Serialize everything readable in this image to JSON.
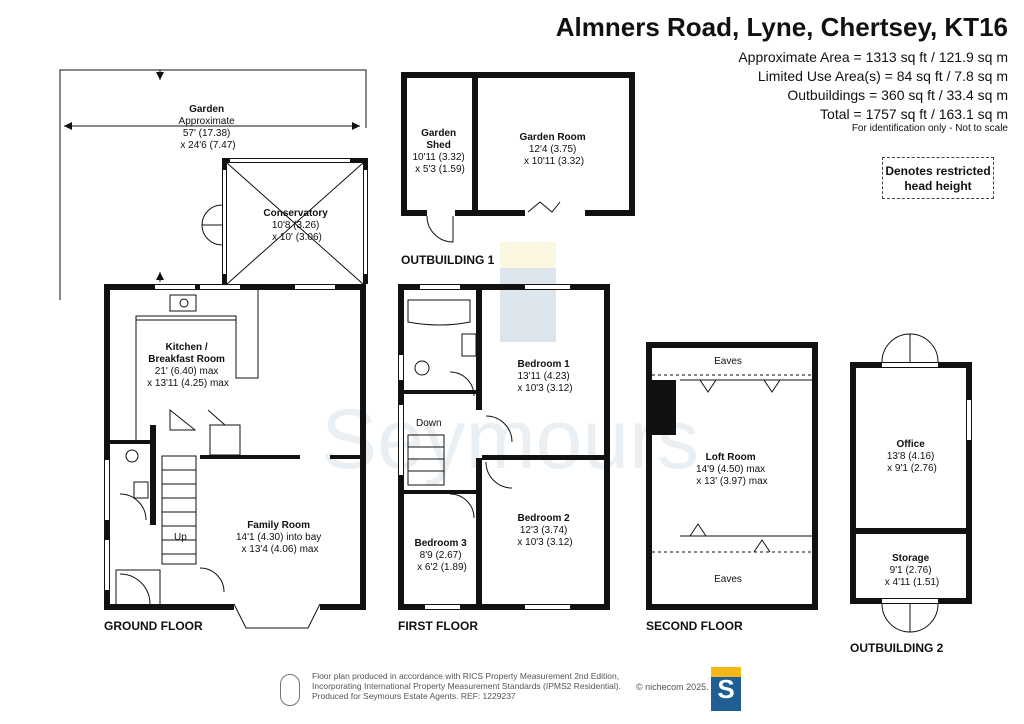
{
  "title": "Almners Road, Lyne, Chertsey, KT16",
  "areas": [
    "Approximate Area = 1313 sq ft / 121.9 sq m",
    "Limited Use Area(s) = 84 sq ft / 7.8 sq m",
    "Outbuildings = 360 sq ft / 33.4 sq m",
    "Total = 1757 sq ft / 163.1 sq m"
  ],
  "note": "For identification only - Not to scale",
  "legend": {
    "line1": "Denotes restricted",
    "line2": "head height"
  },
  "watermark": "Seymours",
  "floors": {
    "ground": "GROUND FLOOR",
    "first": "FIRST FLOOR",
    "second": "SECOND FLOOR",
    "out1": "OUTBUILDING 1",
    "out2": "OUTBUILDING 2"
  },
  "rooms": {
    "garden": [
      "Garden",
      "Approximate",
      "57' (17.38)",
      "x 24'6 (7.47)"
    ],
    "conservatory": [
      "Conservatory",
      "10'8 (3.26)",
      "x 10' (3.06)"
    ],
    "kitchen": [
      "Kitchen /",
      "Breakfast Room",
      "21' (6.40) max",
      "x 13'11 (4.25) max"
    ],
    "family": [
      "Family Room",
      "14'1 (4.30) into bay",
      "x 13'4 (4.06) max"
    ],
    "up": "Up",
    "down": "Down",
    "shed": [
      "Garden",
      "Shed",
      "10'11 (3.32)",
      "x 5'3 (1.59)"
    ],
    "garden_room": [
      "Garden Room",
      "12'4 (3.75)",
      "x 10'11 (3.32)"
    ],
    "bed1": [
      "Bedroom 1",
      "13'11 (4.23)",
      "x 10'3 (3.12)"
    ],
    "bed2": [
      "Bedroom 2",
      "12'3 (3.74)",
      "x 10'3 (3.12)"
    ],
    "bed3": [
      "Bedroom 3",
      "8'9 (2.67)",
      "x 6'2 (1.89)"
    ],
    "loft": [
      "Loft Room",
      "14'9 (4.50) max",
      "x 13' (3.97) max"
    ],
    "eaves": "Eaves",
    "office": [
      "Office",
      "13'8 (4.16)",
      "x 9'1 (2.76)"
    ],
    "storage": [
      "Storage",
      "9'1 (2.76)",
      "x 4'11 (1.51)"
    ]
  },
  "footer": {
    "line1": "Floor plan produced in accordance with RICS Property Measurement 2nd Edition,",
    "line2": "Incorporating International Property Measurement Standards (IPMS2 Residential).",
    "line3": "Produced for Seymours Estate Agents.   REF: 1229237",
    "copyright": "© nichecom 2025.",
    "logo_letter": "S"
  },
  "colors": {
    "brand_blue": "#1f5f93",
    "brand_yellow": "#f6b816",
    "wall": "#111111"
  }
}
